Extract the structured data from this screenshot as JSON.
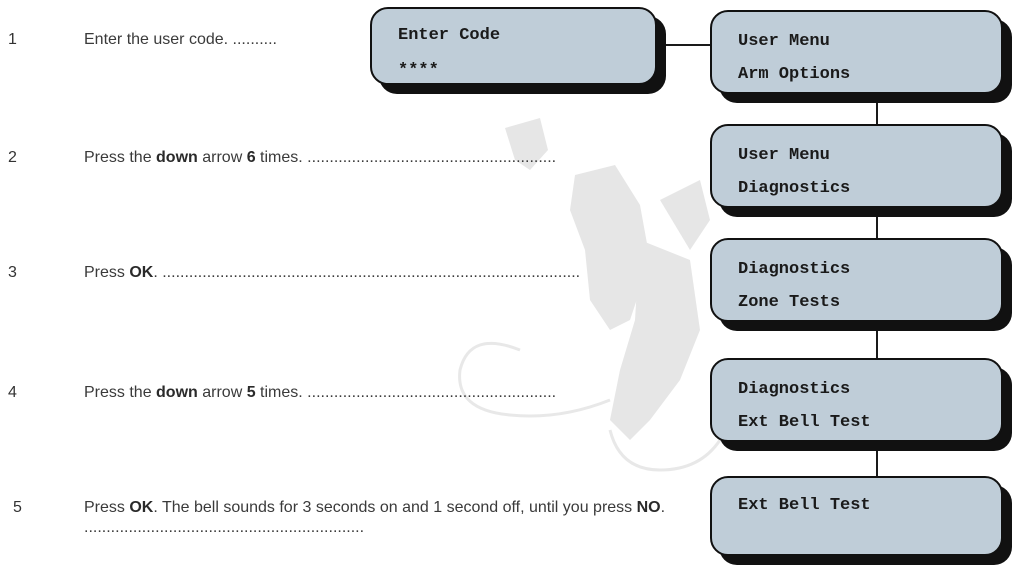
{
  "steps": [
    {
      "number": "1",
      "parts": [
        {
          "t": "Enter the user code. ..........",
          "b": false
        }
      ]
    },
    {
      "number": "2",
      "parts": [
        {
          "t": "Press the ",
          "b": false
        },
        {
          "t": "down",
          "b": true
        },
        {
          "t": " arrow ",
          "b": false
        },
        {
          "t": "6",
          "b": true
        },
        {
          "t": " times. ........................................................",
          "b": false
        }
      ]
    },
    {
      "number": "3",
      "parts": [
        {
          "t": "Press ",
          "b": false
        },
        {
          "t": "OK",
          "b": true
        },
        {
          "t": ". ..............................................................................................",
          "b": false
        }
      ]
    },
    {
      "number": "4",
      "parts": [
        {
          "t": "Press the ",
          "b": false
        },
        {
          "t": "down",
          "b": true
        },
        {
          "t": " arrow ",
          "b": false
        },
        {
          "t": "5",
          "b": true
        },
        {
          "t": " times. ........................................................",
          "b": false
        }
      ]
    },
    {
      "number": "5",
      "parts": [
        {
          "t": "Press ",
          "b": false
        },
        {
          "t": "OK",
          "b": true
        },
        {
          "t": ". The bell sounds for 3 seconds on and 1 second off, until you press ",
          "b": false
        },
        {
          "t": "NO",
          "b": true
        },
        {
          "t": ". ...............................................................",
          "b": false
        }
      ]
    }
  ],
  "displays": [
    {
      "line1": "Enter Code",
      "line2": "****"
    },
    {
      "line1": "User Menu",
      "line2": "Arm Options"
    },
    {
      "line1": "User Menu",
      "line2": "Diagnostics"
    },
    {
      "line1": "Diagnostics",
      "line2": "Zone Tests"
    },
    {
      "line1": "Diagnostics",
      "line2": "Ext Bell Test"
    },
    {
      "line1": "Ext Bell Test",
      "line2": ""
    }
  ]
}
